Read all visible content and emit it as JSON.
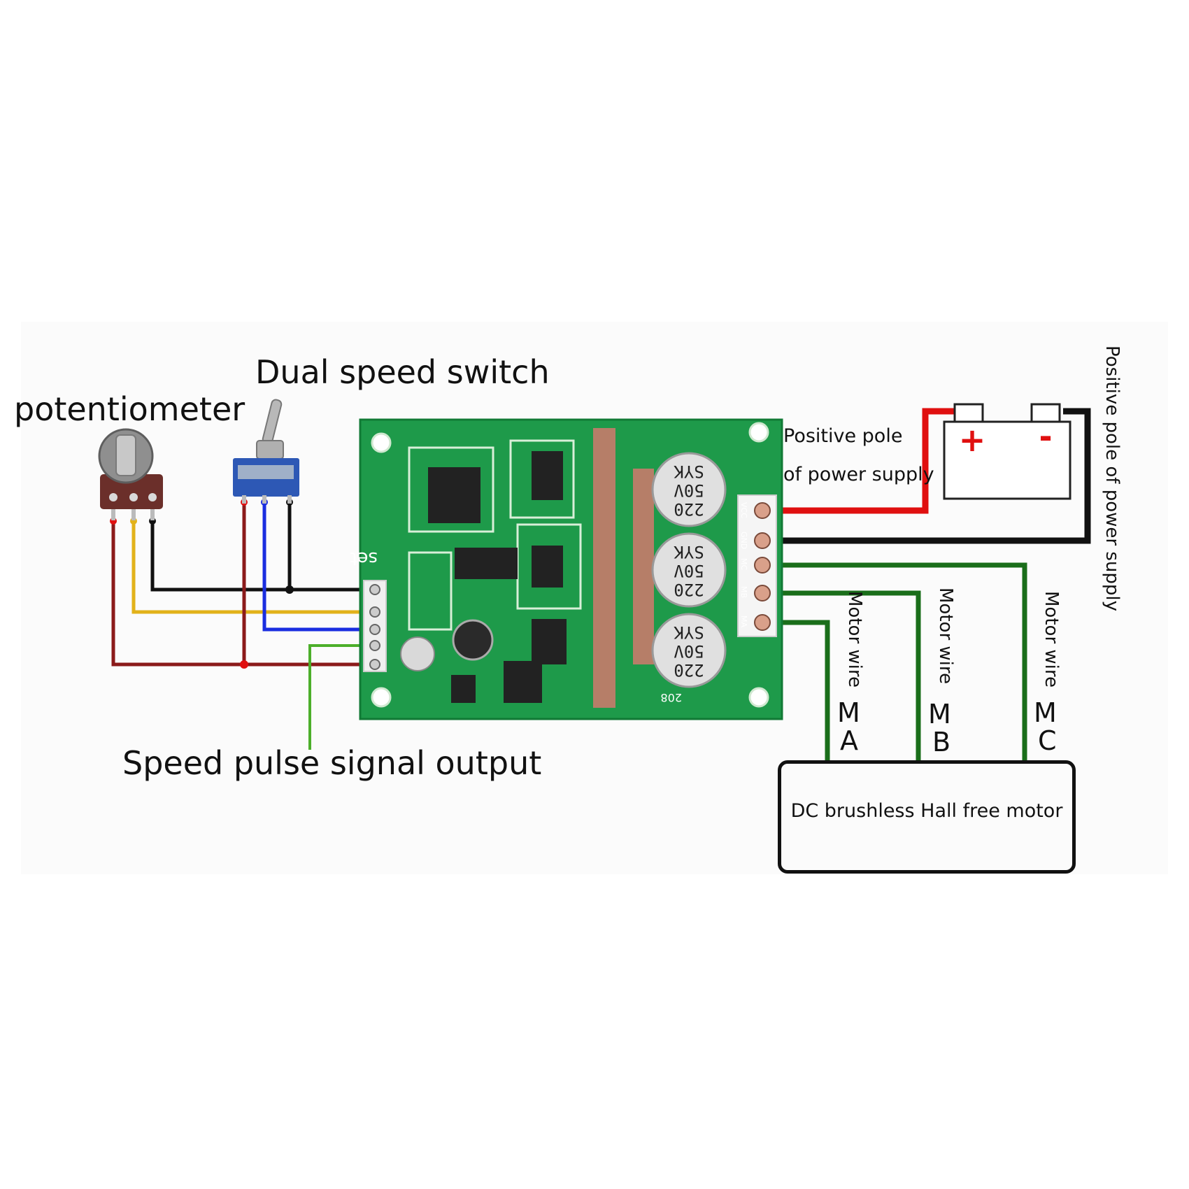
{
  "labels": {
    "potentiometer": "potentiometer",
    "dual_speed_switch": "Dual speed switch",
    "speed_pulse": "Speed pulse signal output",
    "positive_pole_line1": "Positive pole",
    "positive_pole_line2": "of power supply",
    "negative_pole_vertical": "Positive pole of power supply",
    "motor_wire": "Motor wire",
    "motor": "DC brushless Hall free motor"
  },
  "battery": {
    "plus": "+",
    "minus": "-"
  },
  "motor_phases": [
    {
      "m": "M",
      "phase": "A"
    },
    {
      "m": "M",
      "phase": "B"
    },
    {
      "m": "M",
      "phase": "C"
    }
  ],
  "capacitors": [
    {
      "line1": "220",
      "line2": "50V",
      "line3": "SYK"
    },
    {
      "line1": "220",
      "line2": "50V",
      "line3": "SYK"
    },
    {
      "line1": "220",
      "line2": "50V",
      "line3": "SYK"
    }
  ],
  "board_pins": [
    "VCC",
    "GND",
    "MC",
    "MB",
    "MA"
  ],
  "board_text": {
    "set": "set",
    "code": "208"
  },
  "colors": {
    "pcb": "#1e9a4a",
    "wire_red": "#e01010",
    "wire_black": "#111111",
    "wire_green": "#1a6e1a",
    "wire_dark_red": "#8b1a1a",
    "wire_yellow": "#e2b21a",
    "wire_blue": "#1a2ee0",
    "wire_light_green": "#4caf2a"
  }
}
